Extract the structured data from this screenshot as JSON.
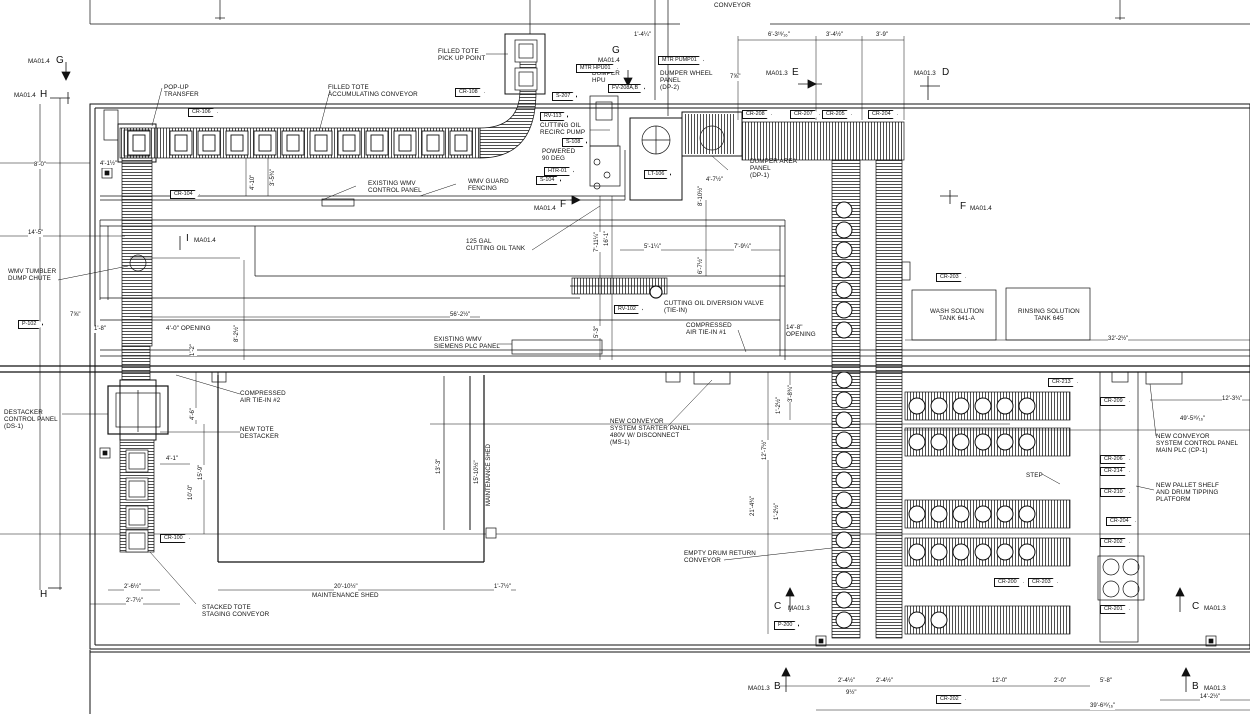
{
  "labels": {
    "conveyor_top": "CONVEYOR",
    "filled_tote_pickup": "FILLED TOTE\nPICK UP POINT",
    "pop_up_transfer": "POP-UP\nTRANSFER",
    "filled_tote_accum": "FILLED TOTE\nACCUMULATING CONVEYOR",
    "dumper_hpu": "DUMPER\nHPU",
    "dumper_wheel_panel": "DUMPER WHEEL\nPANEL\n(DP-2)",
    "cutting_oil_pump": "CUTTING OIL\nRECIRC PUMP",
    "powered_90": "POWERED\n90 DEG",
    "existing_wmv_panel": "EXISTING WMV\nCONTROL PANEL",
    "wmv_guard": "WMV GUARD\nFENCING",
    "dumper_area_panel": "DUMPER AREA\nPANEL\n(DP-1)",
    "cutting_oil_tank": "125 gal\nCUTTING OIL TANK",
    "wmv_tumbler": "WMV TUMBLER\nDUMP CHUTE",
    "opening_40": "4'-0\" OPENING",
    "siemens_plc": "EXISTING WMV\nSIEMENS PLC PANEL",
    "diversion_valve": "CUTTING OIL DIVERSION VALVE\n(TIE-IN)",
    "compressed_air_1": "COMPRESSED\nAIR TIE-IN #1",
    "opening_148": "14'-8\"\nOPENING",
    "wash_tank": "WASH SOLUTION\nTANK 641-A",
    "rinse_tank": "RINSING SOLUTION\nTANK 645",
    "compressed_air_2": "COMPRESSED\nAIR TIE-IN #2",
    "destacker_panel": "DESTACKER\nCONTROL PANEL\n(DS-1)",
    "new_tote_destacker": "NEW TOTE\nDESTACKER",
    "maintenance_shed_v": "MAINTENANCE SHED",
    "maintenance_shed_h": "MAINTENANCE SHED",
    "starter_panel": "NEW CONVEYOR\nSYSTEM STARTER PANEL\n480V W/ DISCONNECT\n(MS-1)",
    "empty_drum_return": "EMPTY DRUM RETURN\nCONVEYOR",
    "stacked_tote_staging": "STACKED TOTE\nSTAGING CONVEYOR",
    "control_panel_cp1": "NEW CONVEYOR\nSYSTEM CONTROL PANEL\nMAIN PLC (CP-1)",
    "pallet_shelf": "NEW PALLET SHELF\nAND DRUM TIPPING\nPLATFORM",
    "step": "STEP"
  },
  "tags": {
    "cr108": "CR-108",
    "cr106": "CR-106",
    "cr104": "CR-104",
    "s207": "S-207",
    "rv113": "RV-113",
    "s108": "S-108",
    "mtr_hpu01": "MTR HPU01",
    "mtr_pump01": "MTR PUMP01",
    "fv208": "FV-208A,B",
    "htr01": "HTR-01",
    "s104": "S-104",
    "lt106": "LT-106",
    "cr208": "CR-208",
    "cr207": "CR-207",
    "cr205": "CR-205",
    "cr204": "CR-204",
    "cr203": "CR-203",
    "rv102": "RV-102",
    "p102": "P-102",
    "cr213": "CR-213",
    "cr209": "CR-209",
    "cr206": "CR-206",
    "cr214": "CR-214",
    "cr210": "CR-210",
    "cr204b": "CR-204",
    "cr202": "CR-202",
    "cr200": "CR-200",
    "cr203b": "CR-203",
    "cr201": "CR-201",
    "p200": "P-200",
    "cr100": "CR-100",
    "cr202b": "CR-202"
  },
  "refs": {
    "ma014_g": "MA01.4",
    "g_left": "G",
    "g_top": "G",
    "ma014_g2": "MA01.4",
    "ma014_h": "MA01.4",
    "h_top": "H",
    "h_bottom": "H",
    "ma013_e": "MA01.3",
    "e": "E",
    "ma013_d": "MA01.3",
    "d": "D",
    "ma014_f": "MA01.4",
    "f_left": "F",
    "f_right": "F",
    "ma014_f2": "MA01.4",
    "i": "I",
    "ma014_i": "MA01.4",
    "c_left": "C",
    "ma013_c": "MA01.3",
    "c_right": "C",
    "ma013_c2": "MA01.3",
    "b_left": "B",
    "ma013_b": "MA01.3",
    "b_right": "B",
    "ma013_b2": "MA01.3"
  },
  "dims": {
    "d1_4": "1'-4¼\"",
    "d6_3": "6'-3¹⁶⁄₁₆\"",
    "d3_4": "3'-4½\"",
    "d3_9": "3'-9\"",
    "d8_0": "8'-0\"",
    "d4_1_top": "4'-1½\"",
    "d14_5": "14'-5\"",
    "d4_10": "4'-10\"",
    "d3_5": "3'-5¾\"",
    "d7_11": "7'-11¼\"",
    "d16_1": "16'-1\"",
    "d8_10": "8'-10½\"",
    "d4_7": "4'-7½\"",
    "d5_1": "5'-1¼\"",
    "d7_9": "7'-9¼\"",
    "d6_7": "6'-7½\"",
    "d7_8": "7⅝\"",
    "d1_8": "1'-8\"",
    "d56_2": "56'-2½\"",
    "d8_2": "8'-2½\"",
    "d5_3": "5'-3\"",
    "d1_2": "1'-2\"",
    "d32_2": "32'-2½\"",
    "d12_3": "12'-3¾\"",
    "d49_5": "49'-5¹⁶⁄₁₆\"",
    "d1_2b": "1'-2½\"",
    "d3_8": "3'-8¾\"",
    "d4_6": "4'-6\"",
    "d4_1": "4'-1\"",
    "d15_9": "15'-9\"",
    "d13_3": "13'-3\"",
    "d15_10": "15'-10½\"",
    "d12_7": "12'-7½\"",
    "d10_0": "10'-0\"",
    "d21_4": "21'-4¾\"",
    "d1_2c": "1'-2½\"",
    "d20_10": "20'-10½\"",
    "d1_7": "1'-7½\"",
    "d2_6": "2'-6½\"",
    "d2_7": "2'-7½\"",
    "d2_4": "2'-4½\"",
    "d2_4b": "2'-4½\"",
    "d9": "9½\"",
    "d12_0": "12'-0\"",
    "d2_0": "2'-0\"",
    "d5_8": "5'-8\"",
    "d39_6": "39'-6¹⁶⁄₁₆\"",
    "d14_2": "14'-2½\""
  }
}
